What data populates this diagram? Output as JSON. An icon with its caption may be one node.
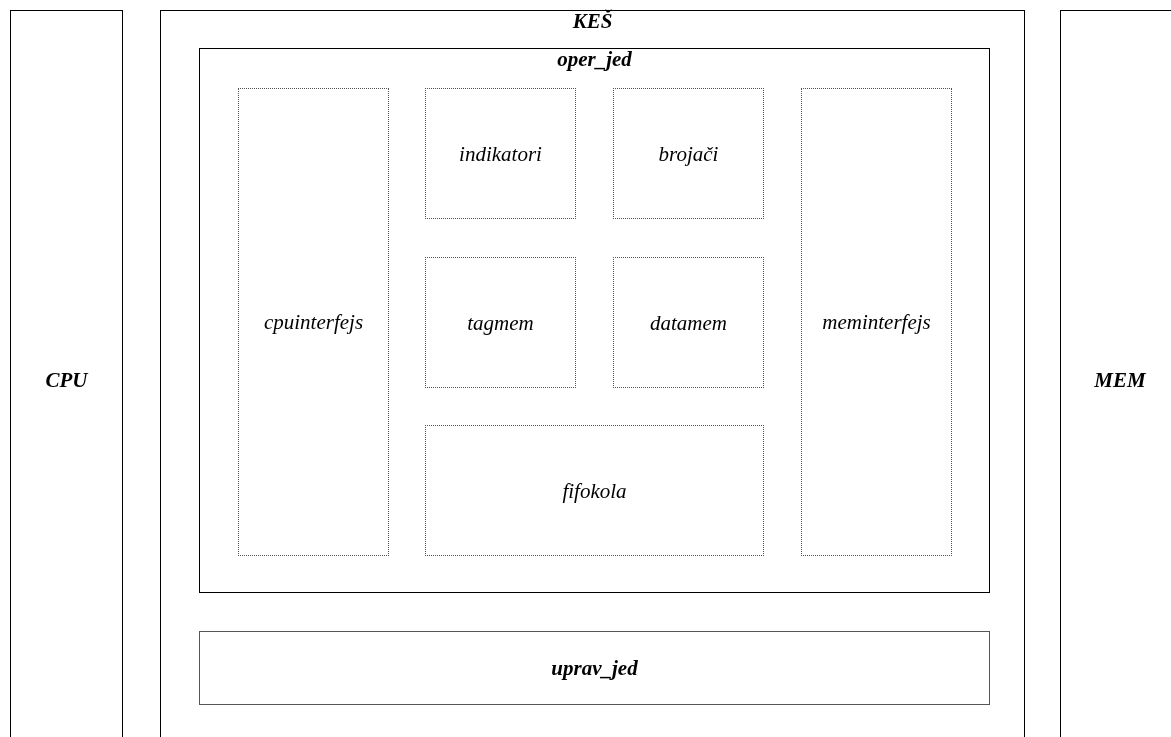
{
  "diagram": {
    "nodes": [
      {
        "text": [
          "CPU"
        ]
      },
      {
        "text": [
          "KEŠ"
        ]
      },
      {
        "text": [
          "oper_jed"
        ],
        "in": 1
      },
      {
        "text": [
          "cpuinterfejs"
        ],
        "in": 2
      },
      {
        "text": [
          "indikatori"
        ],
        "in": 2
      },
      {
        "text": [
          "brojači"
        ],
        "in": 2
      },
      {
        "text": [
          "tagmem"
        ],
        "in": 2
      },
      {
        "text": [
          "datamem"
        ],
        "in": 2
      },
      {
        "text": [
          "meminterfejs"
        ],
        "in": 2
      },
      {
        "text": [
          "fifokola"
        ],
        "in": 2
      },
      {
        "text": [
          "uprav_jed"
        ],
        "in": 1
      },
      {
        "text": [
          "MEM"
        ]
      }
    ],
    "edges": []
  }
}
